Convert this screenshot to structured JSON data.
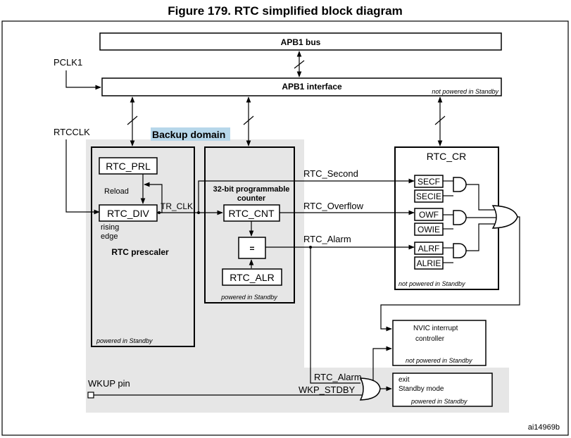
{
  "figure": {
    "title": "Figure 179. RTC simplified block diagram",
    "ref": "ai14969b"
  },
  "signals": {
    "pclk1": "PCLK1",
    "rtcclk": "RTCCLK",
    "tr_clk": "TR_CLK",
    "rtc_second": "RTC_Second",
    "rtc_overflow": "RTC_Overflow",
    "rtc_alarm": "RTC_Alarm",
    "rtc_alarm2": "RTC_Alarm",
    "wkup_pin": "WKUP pin",
    "wkp_stdby": "WKP_STDBY"
  },
  "blocks": {
    "apb1_bus": "APB1 bus",
    "apb1_interface": "APB1 interface",
    "apb1_note": "not powered in Standby",
    "backup_domain": "Backup domain",
    "rtc_prl": "RTC_PRL",
    "reload": "Reload",
    "rtc_div": "RTC_DIV",
    "rising_edge_1": "rising",
    "rising_edge_2": "edge",
    "prescaler": "RTC prescaler",
    "prescaler_note": "powered in Standby",
    "counter_title_1": "32-bit programmable",
    "counter_title_2": "counter",
    "rtc_cnt": "RTC_CNT",
    "comparator": "=",
    "rtc_alr": "RTC_ALR",
    "counter_note": "powered in Standby",
    "rtc_cr": "RTC_CR",
    "secf": "SECF",
    "secie": "SECIE",
    "owf": "OWF",
    "owie": "OWIE",
    "alrf": "ALRF",
    "alrie": "ALRIE",
    "cr_note": "not powered in Standby",
    "nvic_1": "NVIC interrupt",
    "nvic_2": "controller",
    "nvic_note": "not powered in Standby",
    "exit_1": "exit",
    "exit_2": "Standby mode",
    "exit_note": "powered in Standby"
  },
  "colors": {
    "backup_fill": "#e6e6e6",
    "highlight": "#b7d7ea"
  }
}
